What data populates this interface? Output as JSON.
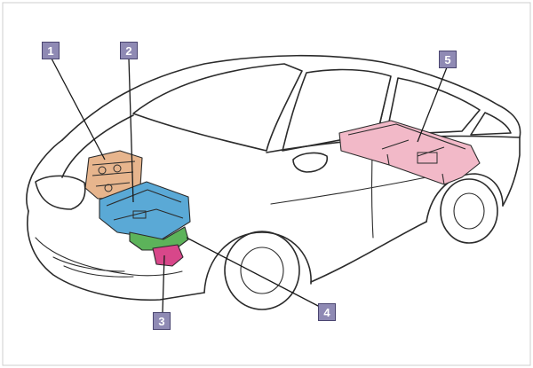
{
  "callouts": [
    {
      "id": "1",
      "label": "1"
    },
    {
      "id": "2",
      "label": "2"
    },
    {
      "id": "3",
      "label": "3"
    },
    {
      "id": "4",
      "label": "4"
    },
    {
      "id": "5",
      "label": "5"
    }
  ],
  "colors": {
    "engine": "#e7b58d",
    "inverter": "#5aa9d6",
    "transaxle": "#5cb35a",
    "motor": "#d8478a",
    "battery": "#f2b9c8",
    "callout_fill": "#8f8ab4"
  }
}
